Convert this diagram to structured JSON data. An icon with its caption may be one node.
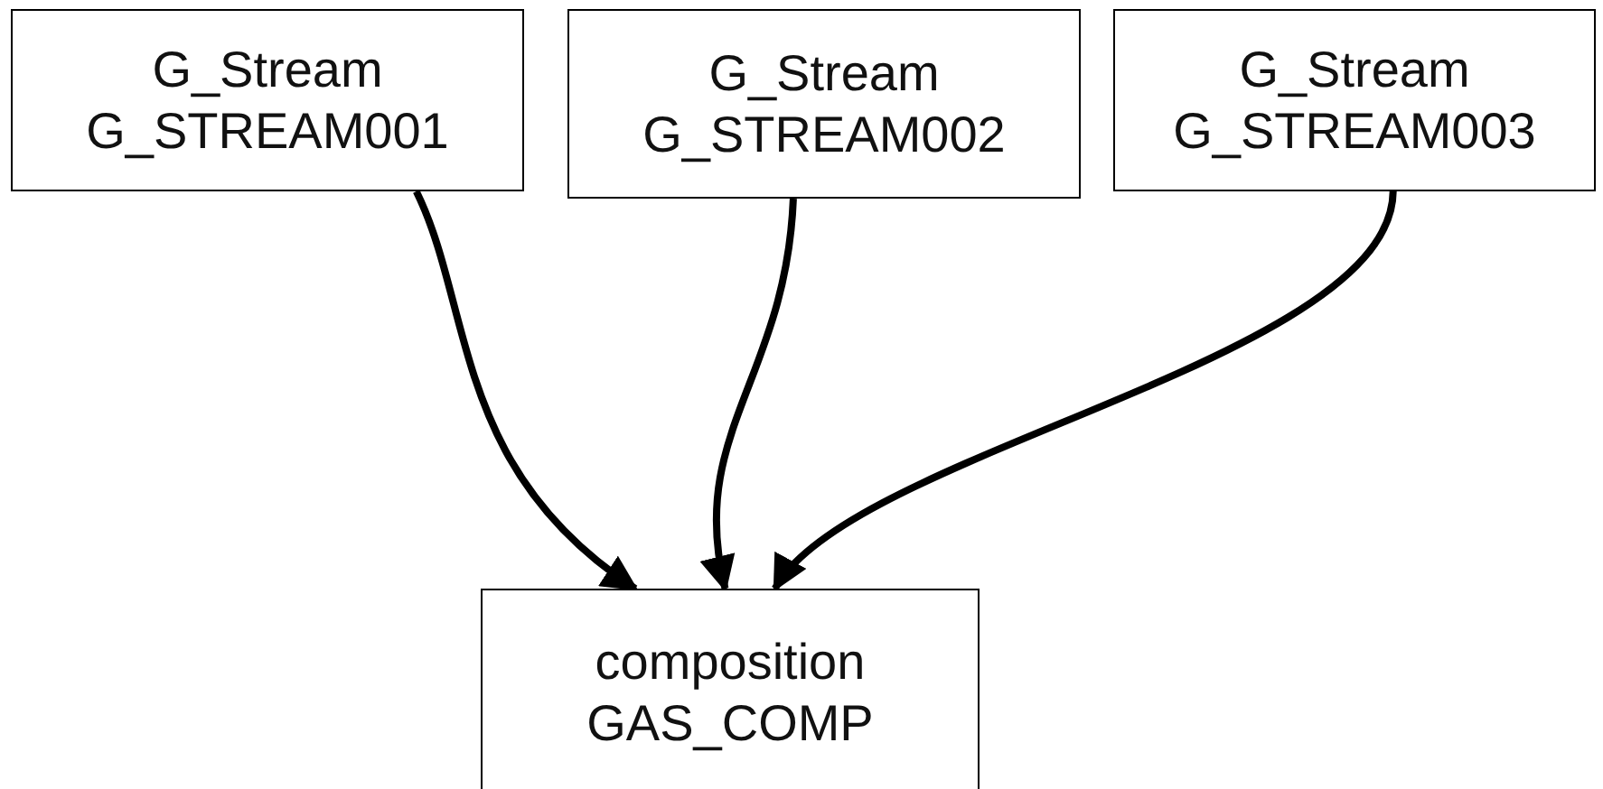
{
  "diagram": {
    "nodes": [
      {
        "text": [
          "G_Stream",
          "G_STREAM001"
        ]
      },
      {
        "text": [
          "G_Stream",
          "G_STREAM002"
        ]
      },
      {
        "text": [
          "G_Stream",
          "G_STREAM003"
        ]
      },
      {
        "text": [
          "composition",
          "GAS_COMP"
        ]
      }
    ],
    "edges": [
      {
        "from": 0,
        "to": 3,
        "arrow": "to"
      },
      {
        "from": 1,
        "to": 3,
        "arrow": "to"
      },
      {
        "from": 2,
        "to": 3,
        "arrow": "to"
      }
    ]
  }
}
